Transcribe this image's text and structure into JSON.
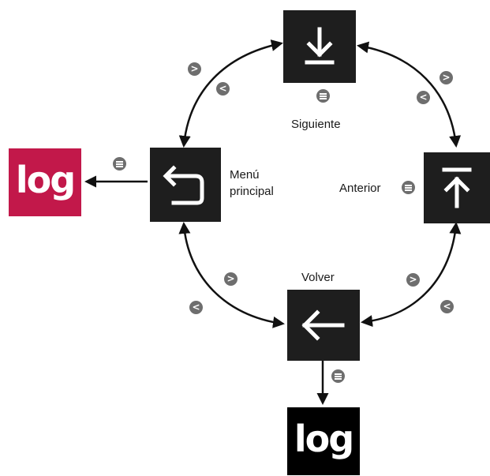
{
  "nodes": {
    "siguiente": {
      "label": "Siguiente",
      "icon": "download-arrow-icon"
    },
    "anterior": {
      "label": "Anterior",
      "icon": "upload-arrow-icon"
    },
    "menu_principal": {
      "label_line1": "Menú",
      "label_line2": "principal",
      "icon": "return-arrow-icon"
    },
    "volver": {
      "label": "Volver",
      "icon": "left-arrow-icon"
    }
  },
  "logos": {
    "menu_logo": {
      "text": "log",
      "color": "#c2184a"
    },
    "volver_logo": {
      "text": "log",
      "color": "#000000"
    }
  },
  "badges": {
    "next": ">",
    "prev": "<",
    "select": "menu"
  },
  "colors": {
    "tile": "#1e1e1e",
    "badge": "#6e6e6e",
    "arrow": "#111111"
  }
}
